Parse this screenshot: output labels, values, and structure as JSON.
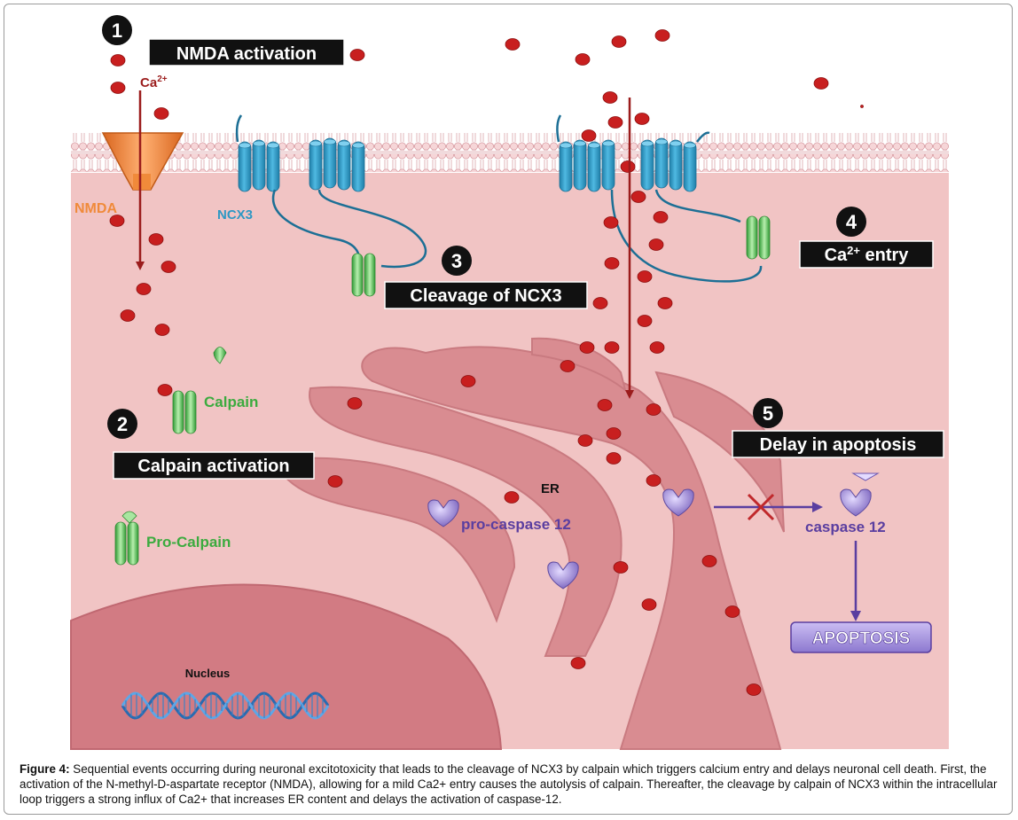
{
  "labels": {
    "step1": {
      "number": "1",
      "text": "NMDA activation"
    },
    "step2": {
      "number": "2",
      "text": "Calpain activation"
    },
    "step3": {
      "number": "3",
      "text": "Cleavage of NCX3"
    },
    "step4": {
      "number": "4",
      "text": "Ca",
      "sup": "2+",
      "text_after": " entry"
    },
    "step5": {
      "number": "5",
      "text": "Delay in apoptosis"
    },
    "ca_ion": {
      "text": "Ca",
      "sup": "2+"
    },
    "nmda": "NMDA",
    "ncx3": "NCX3",
    "calpain": "Calpain",
    "pro_calpain": "Pro-Calpain",
    "er": "ER",
    "pro_caspase": "pro-caspase 12",
    "caspase": "caspase 12",
    "apoptosis": "APOPTOSIS",
    "nucleus": "Nucleus"
  },
  "caption": {
    "label": "Figure 4:",
    "text": "Sequential events occurring during neuronal excitotoxicity that leads to the cleavage of NCX3 by calpain which triggers calcium entry and delays neuronal cell death. First, the activation of the N-methyl-D-aspartate receptor (NMDA), allowing for a mild Ca2+ entry causes the autolysis of calpain. Thereafter, the cleavage by calpain of NCX3 within the intracellular loop triggers a strong influx of Ca2+ that increases ER content and delays the activation of caspase-12."
  },
  "colors": {
    "cytoplasm": "#f1c4c4",
    "membrane_head": "#f4cfd2",
    "er": "#d98c91",
    "nucleus": "#d27b83",
    "calcium": "#c81f1f",
    "nmda": "#f08a3a",
    "ncx3": "#2e98c4",
    "calpain": "#5cc55c",
    "caspase": "#8a74c8",
    "arrow_red": "#9b1c1c",
    "arrow_purple": "#5a3ea0"
  }
}
